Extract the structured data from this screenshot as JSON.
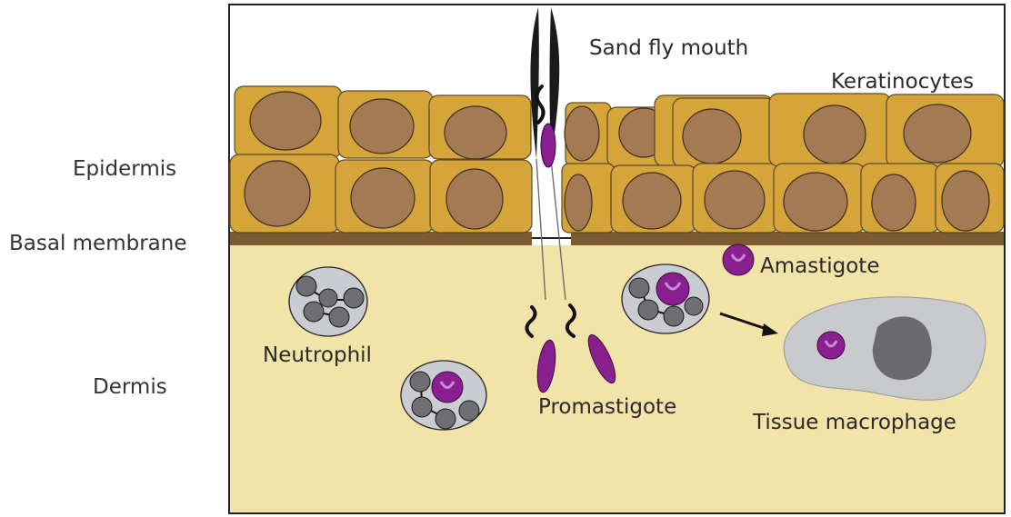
{
  "labels": {
    "sand_fly_mouth": "Sand fly mouth",
    "keratinocytes": "Keratinocytes",
    "epidermis": "Epidermis",
    "basal_membrane": "Basal membrane",
    "dermis": "Dermis",
    "amastigote": "Amastigote",
    "neutrophil": "Neutrophil",
    "promastigote": "Promastigote",
    "tissue_macrophage": "Tissue macrophage"
  },
  "colors": {
    "keratinocyte": "#d6a53a",
    "nucleus": "#a37a52",
    "dermis": "#f2e3a8",
    "basal_membrane": "#7a5a2e",
    "parasite": "#8a1f8f",
    "neutrophil": "#c9ccd1",
    "macrophage": "#c8c9cc"
  }
}
